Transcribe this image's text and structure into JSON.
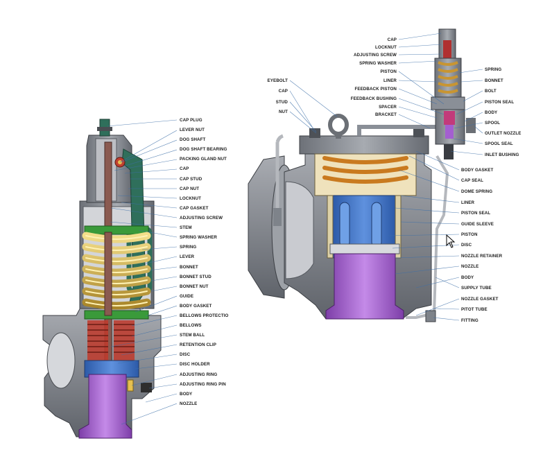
{
  "left_valve": {
    "labels": [
      "CAP PLUG",
      "LEVER NUT",
      "DOG SHAFT",
      "DOG SHAFT BEARING",
      "PACKING GLAND NUT",
      "CAP",
      "CAP STUD",
      "CAP NUT",
      "LOCKNUT",
      "CAP GASKET",
      "ADJUSTING SCREW",
      "STEM",
      "SPRING WASHER",
      "SPRING",
      "LEVER",
      "BONNET",
      "BONNET STUD",
      "BONNET NUT",
      "GUIDE",
      "BODY GASKET",
      "BELLOWS PROTECTIO",
      "BELLOWS",
      "STEM BALL",
      "RETENTION CLIP",
      "DISC",
      "DISC HOLDER",
      "ADJUSTING RING",
      "ADJUSTING RING PIN",
      "BODY",
      "NOZZLE"
    ]
  },
  "right_valve": {
    "left_labels": [
      "EYEBOLT",
      "CAP",
      "STUD",
      "NUT"
    ],
    "pilot_left_labels": [
      "CAP",
      "LOCKNUT",
      "ADJUSTING SCREW",
      "SPRING WASHER",
      "PISTON",
      "LINER",
      "FEEDBACK PISTON",
      "FEEDBACK BUSHING",
      "SPACER",
      "BRACKET"
    ],
    "pilot_right_labels": [
      "SPRING",
      "BONNET",
      "BOLT",
      "PISTON SEAL",
      "BODY",
      "SPOOL",
      "OUTLET NOZZLE",
      "SPOOL SEAL",
      "INLET BUSHING"
    ],
    "right_labels": [
      "BODY GASKET",
      "CAP SEAL",
      "DOME SPRING",
      "LINER",
      "PISTON SEAL",
      "GUIDE SLEEVE",
      "PISTON",
      "DISC",
      "NOZZLE RETAINER",
      "NOZZLE",
      "BODY",
      "SUPPLY TUBE",
      "NOZZLE GASKET",
      "PITOT TUBE",
      "FITTING"
    ]
  },
  "colors": {
    "metal_dark": "#5b5f66",
    "metal_mid": "#8a8f97",
    "metal_light": "#c3c6cb",
    "spring": "#d8b54a",
    "spring_green": "#3a9a3a",
    "nozzle_purple": "#a45fd0",
    "piston_blue": "#3f74c9",
    "lever_green": "#2f6f5b",
    "pilot_red": "#b03030",
    "leader": "#3d6fa8"
  }
}
